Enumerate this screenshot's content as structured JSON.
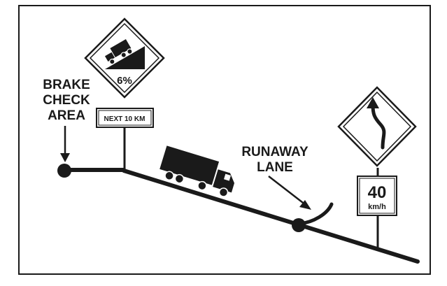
{
  "brake_check": {
    "line1": "BRAKE",
    "line2": "CHECK",
    "line3": "AREA"
  },
  "grade_sign": {
    "percent": "6%",
    "distance": "NEXT 10 KM"
  },
  "runaway": {
    "line1": "RUNAWAY",
    "line2": "LANE"
  },
  "speed_sign": {
    "value": "40",
    "unit": "km/h"
  },
  "icons": {
    "truck_on_grade": "truck-on-grade-icon",
    "winding_road": "winding-road-arrow-icon",
    "truck": "truck-icon"
  },
  "colors": {
    "ink": "#1a1a1a",
    "background": "#ffffff"
  }
}
